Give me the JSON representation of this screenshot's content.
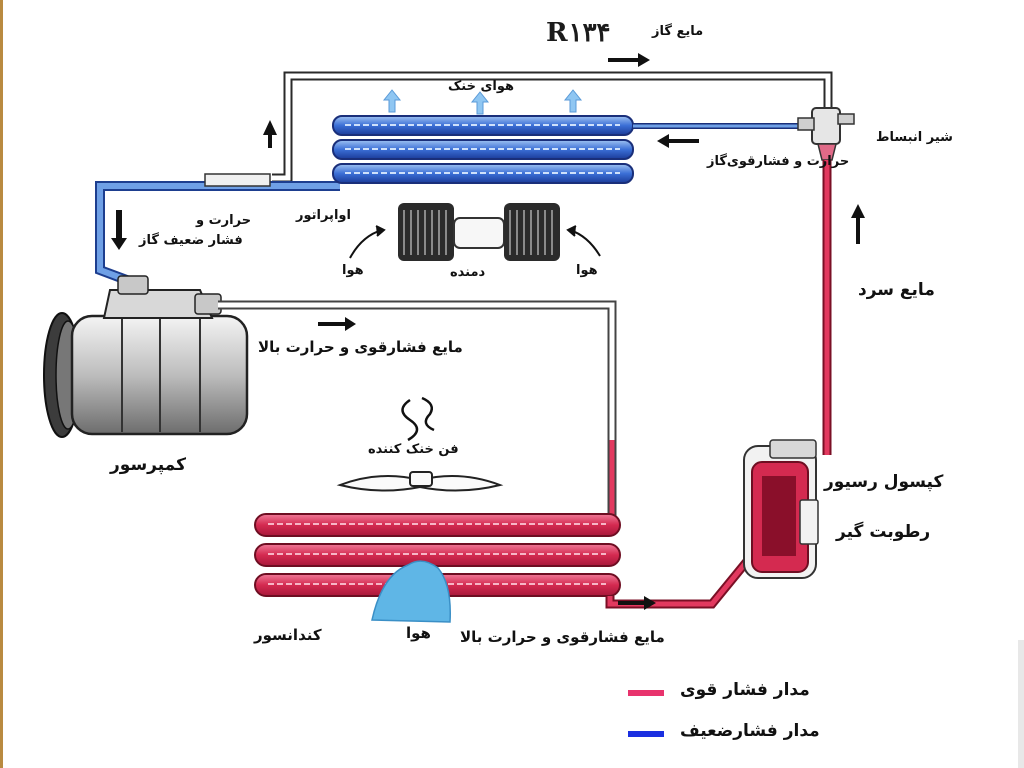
{
  "diagram": {
    "refrigerant": "R۱۳۴",
    "labels": {
      "gas_liquid": "مایع گاز",
      "cool_air": "هوای خنک",
      "expansion_valve": "شیر انبساط",
      "hp_gas": "حرارت و فشارقوی‌گاز",
      "evaporator": "اواپراتور",
      "lp_gas_1": "حرارت و",
      "lp_gas_2": "فشار ضعیف گاز",
      "air_left": "هوا",
      "air_right": "هوا",
      "blower": "دمنده",
      "cold_liquid": "مایع سرد",
      "hp_liquid_top": "مایع فشارقوی و حرارت بالا",
      "compressor": "کمپرسور",
      "cooling_fan": "فن خنک کننده",
      "receiver_1": "کپسول رسیور",
      "receiver_2": "رطوبت گیر",
      "condenser": "کندانسور",
      "air_condenser": "هوا",
      "hp_liquid_bottom": "مایع فشارقوی و حرارت بالا"
    },
    "legend": [
      {
        "label": "مدار فشار قوی",
        "color": "#e8336d"
      },
      {
        "label": "مدار فشارضعیف",
        "color": "#1a2fe0"
      }
    ]
  },
  "colors": {
    "high_pressure": "#d92e55",
    "low_pressure": "#3b6fd6",
    "pipe_outline": "#2a2a2a",
    "air": "#5fb6e6"
  }
}
